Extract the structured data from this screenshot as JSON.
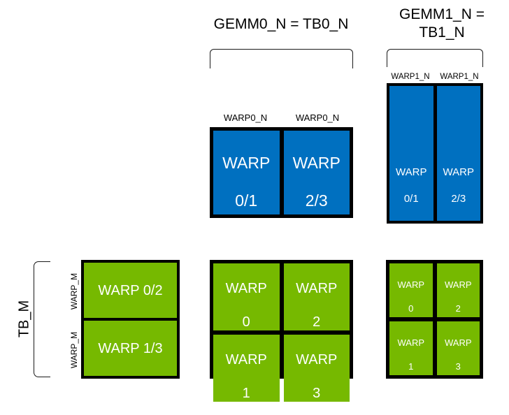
{
  "diagram": {
    "title_gemm0": "GEMM0_N = TB0_N",
    "title_gemm1_line1": "GEMM1_N =",
    "title_gemm1_line2": "TB1_N",
    "tb_m_label": "TB_M",
    "warp_m_label_top": "WARP_M",
    "warp_m_label_bottom": "WARP_M",
    "warp0_n_label_left": "WARP0_N",
    "warp0_n_label_right": "WARP0_N",
    "warp1_n_label_left": "WARP1_N",
    "warp1_n_label_right": "WARP1_N",
    "colors": {
      "blue": "#0070C0",
      "green": "#76B900",
      "outline": "#000000",
      "text_on_fill": "#ffffff",
      "background": "#ffffff"
    },
    "gemm0_top_blue": {
      "cells": [
        {
          "line1": "WARP",
          "line2": "0/1"
        },
        {
          "line1": "WARP",
          "line2": "2/3"
        }
      ]
    },
    "gemm1_top_blue": {
      "cells": [
        {
          "line1": "WARP",
          "line2": "0/1"
        },
        {
          "line1": "WARP",
          "line2": "2/3"
        }
      ]
    },
    "left_green": {
      "cells": [
        {
          "text": "WARP 0/2"
        },
        {
          "text": "WARP 1/3"
        }
      ]
    },
    "middle_green": {
      "cells": [
        {
          "line1": "WARP",
          "line2": "0"
        },
        {
          "line1": "WARP",
          "line2": "2"
        },
        {
          "line1": "WARP",
          "line2": "1"
        },
        {
          "line1": "WARP",
          "line2": "3"
        }
      ]
    },
    "right_green": {
      "cells": [
        {
          "line1": "WARP",
          "line2": "0"
        },
        {
          "line1": "WARP",
          "line2": "2"
        },
        {
          "line1": "WARP",
          "line2": "1"
        },
        {
          "line1": "WARP",
          "line2": "3"
        }
      ]
    }
  }
}
